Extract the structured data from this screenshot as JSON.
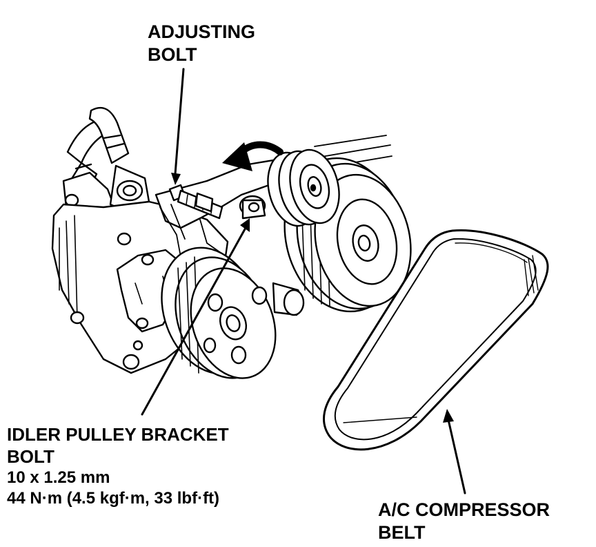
{
  "labels": {
    "adjusting_bolt": {
      "line1": "ADJUSTING",
      "line2": "BOLT"
    },
    "idler_pulley_bracket_bolt": {
      "line1": "IDLER PULLEY BRACKET",
      "line2": "BOLT",
      "size": "10 x 1.25 mm",
      "torque": "44 N·m (4.5 kgf·m, 33 lbf·ft)"
    },
    "ac_compressor_belt": {
      "line1": "A/C COMPRESSOR",
      "line2": "BELT"
    }
  },
  "colors": {
    "ink": "#000000",
    "paper": "#ffffff"
  }
}
